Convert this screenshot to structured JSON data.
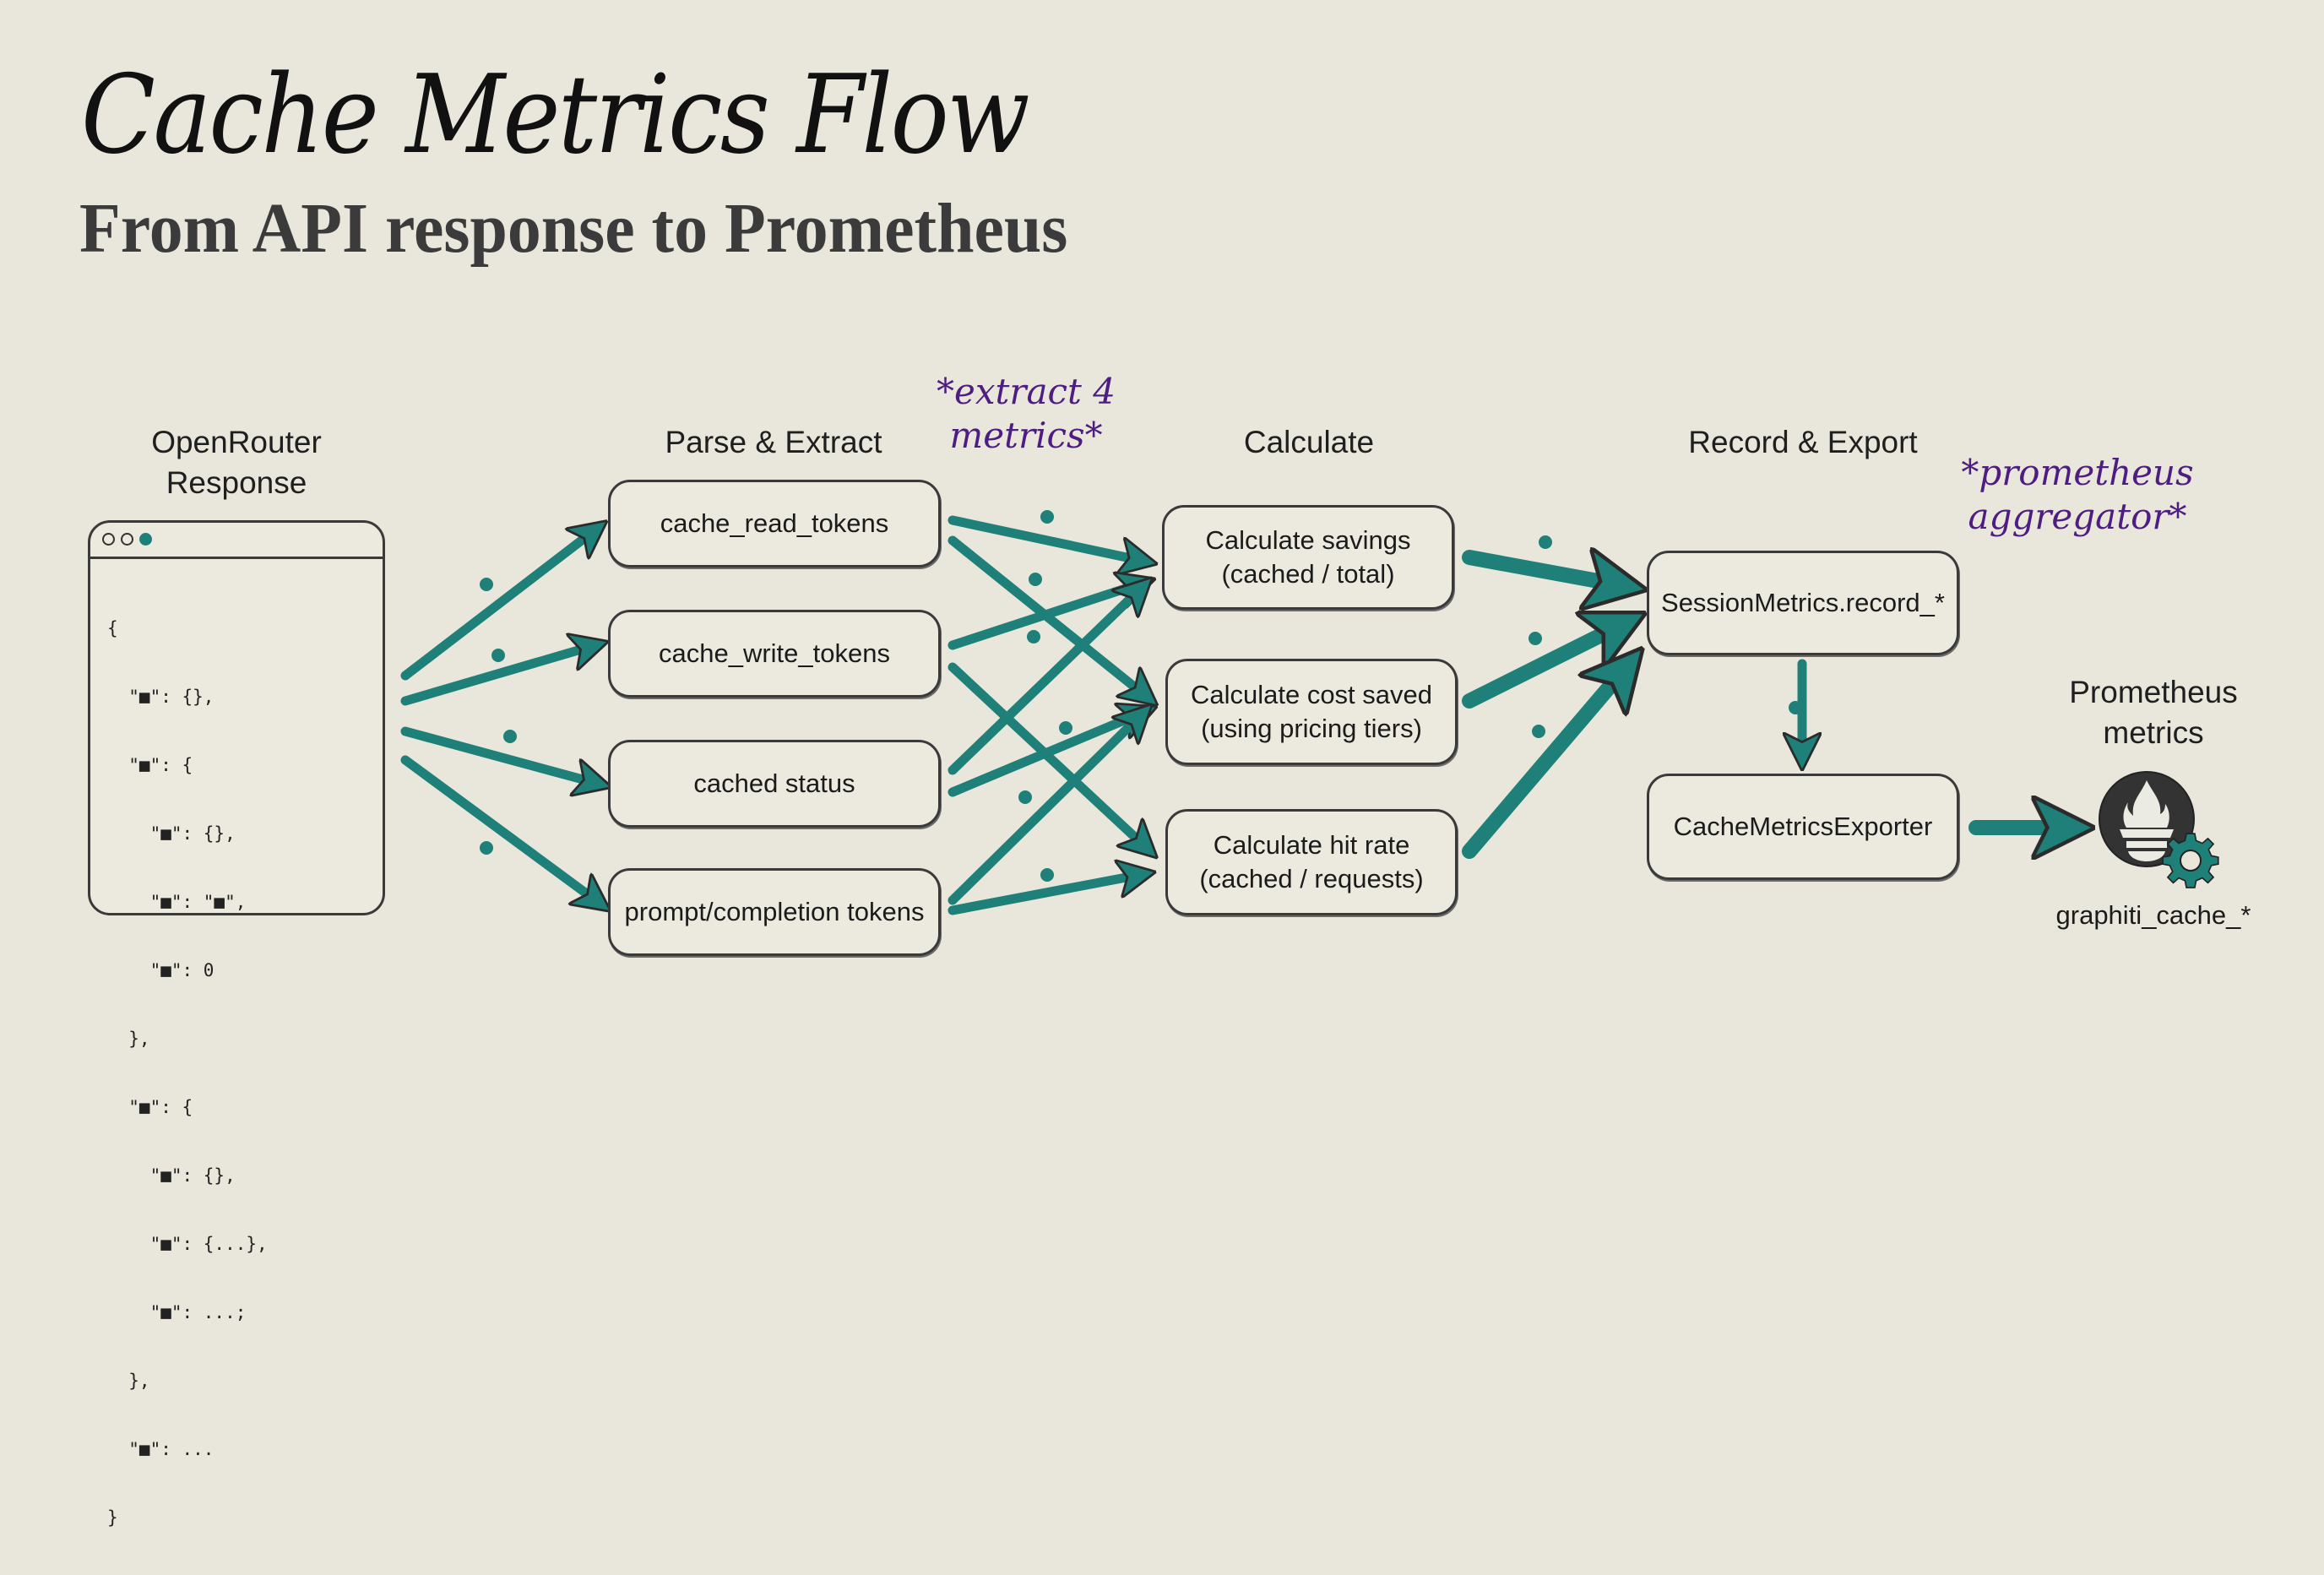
{
  "header": {
    "title": "Cache Metrics Flow",
    "subtitle": "From API response to Prometheus"
  },
  "columns": {
    "source": "OpenRouter Response",
    "parse": "Parse & Extract",
    "calculate": "Calculate",
    "record": "Record & Export",
    "prometheus": "Prometheus metrics"
  },
  "notes": {
    "extract": "*extract 4 metrics*",
    "aggregator": "*prometheus aggregator*"
  },
  "source_window": {
    "json_lines": [
      "{",
      "  \"■\": {},",
      "  \"■\": {",
      "    \"■\": {},",
      "    \"■\": \"■\",",
      "    \"■\": 0",
      "  },",
      "  \"■\": {",
      "    \"■\": {},",
      "    \"■\": {...},",
      "    \"■\": ...;",
      "  },",
      "  \"■\": ...",
      "}"
    ]
  },
  "parse_nodes": [
    {
      "label": "cache_read_tokens"
    },
    {
      "label": "cache_write_tokens"
    },
    {
      "label": "cached status"
    },
    {
      "label": "prompt/completion tokens"
    }
  ],
  "calc_nodes": [
    {
      "line1": "Calculate savings",
      "line2": "(cached / total)"
    },
    {
      "line1": "Calculate cost saved",
      "line2": "(using pricing tiers)"
    },
    {
      "line1": "Calculate hit rate",
      "line2": "(cached / requests)"
    }
  ],
  "record_nodes": {
    "session": "SessionMetrics.record_*",
    "exporter": "CacheMetricsExporter"
  },
  "prometheus": {
    "metric_name": "graphiti_cache_*",
    "icon": "prometheus-logo-icon"
  },
  "colors": {
    "background": "#e9e7dc",
    "arrow": "#1e8078",
    "note": "#4d1d82",
    "stroke": "#3a3a3a"
  }
}
